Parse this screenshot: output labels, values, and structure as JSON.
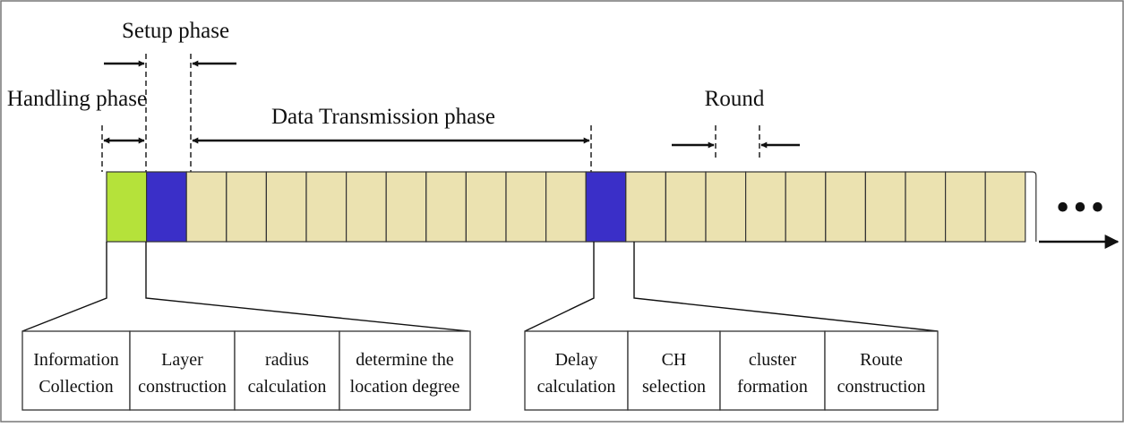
{
  "phases": {
    "setup": "Setup phase",
    "handling": "Handling phase",
    "data_transmission": "Data Transmission phase",
    "round": "Round"
  },
  "timeline": {
    "continuation": "•••",
    "slot_colors": {
      "handling": "#b5e23a",
      "setup": "#3a2fc8",
      "data": "#ebe2b0",
      "border": "#333333"
    },
    "slots": [
      "handling",
      "setup",
      "data",
      "data",
      "data",
      "data",
      "data",
      "data",
      "data",
      "data",
      "data",
      "data",
      "setup",
      "data",
      "data",
      "data",
      "data",
      "data",
      "data",
      "data",
      "data",
      "data",
      "data"
    ]
  },
  "left_table": {
    "cells": [
      [
        "Information",
        "Collection"
      ],
      [
        "Layer",
        "construction"
      ],
      [
        "radius",
        "calculation"
      ],
      [
        "determine the",
        "location degree"
      ]
    ]
  },
  "right_table": {
    "cells": [
      [
        "Delay",
        "calculation"
      ],
      [
        "CH",
        "selection"
      ],
      [
        "cluster",
        "formation"
      ],
      [
        "Route",
        "construction"
      ]
    ]
  }
}
